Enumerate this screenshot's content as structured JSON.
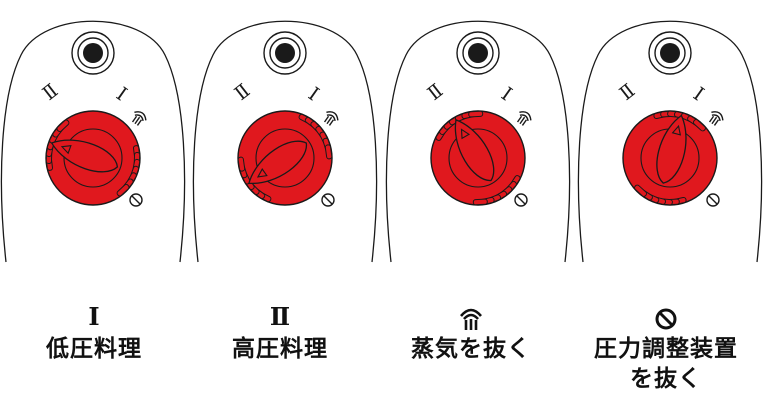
{
  "panels": [
    {
      "symbol": "Ⅰ",
      "symbol_icon": "",
      "label": "低圧料理",
      "knob_angle": -70
    },
    {
      "symbol": "Ⅱ",
      "symbol_icon": "",
      "label": "高圧料理",
      "knob_angle": -125
    },
    {
      "symbol": "",
      "symbol_icon": "steam-icon",
      "label": "蒸気を抜く",
      "knob_angle": -30
    },
    {
      "symbol": "",
      "symbol_icon": "remove-icon",
      "label": "圧力調整装置\nを抜く",
      "knob_angle": 15
    }
  ],
  "dial_marks": {
    "low": "Ⅰ",
    "high": "Ⅱ"
  },
  "colors": {
    "knob_red": "#e0181e",
    "outline": "#1a1a1a",
    "body": "#ffffff"
  }
}
